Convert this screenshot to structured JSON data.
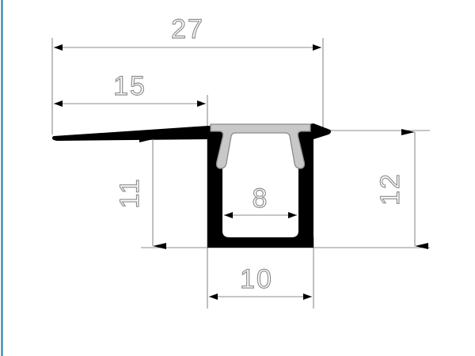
{
  "drawing": {
    "type": "technical-cross-section",
    "subject": "aluminium-led-profile",
    "background_color": "#ffffff",
    "body_color": "#000000",
    "diffuser_color": "#c8c8c8",
    "diffuser_outline_color": "#8a8a8a",
    "dimension_line_color": "#8c8c8c",
    "dimension_text_color": "#8c8c8c",
    "arrow_color": "#000000",
    "border_accent_color": "#2b7fae"
  },
  "dimensions": {
    "overall_width": {
      "label": "27",
      "name": "overall-width",
      "orientation": "horizontal",
      "position": "top"
    },
    "flange_width": {
      "label": "15",
      "name": "flange-width",
      "orientation": "horizontal",
      "position": "top-inner"
    },
    "channel_depth": {
      "label": "11",
      "name": "channel-depth",
      "orientation": "vertical",
      "position": "left-inner",
      "rotation": -90
    },
    "overall_height": {
      "label": "12",
      "name": "overall-height",
      "orientation": "vertical",
      "position": "right",
      "rotation": -90
    },
    "inner_width": {
      "label": "8",
      "name": "inner-channel-width",
      "orientation": "horizontal",
      "position": "center-inner"
    },
    "outer_channel_width": {
      "label": "10",
      "name": "outer-channel-width",
      "orientation": "horizontal",
      "position": "bottom"
    }
  }
}
